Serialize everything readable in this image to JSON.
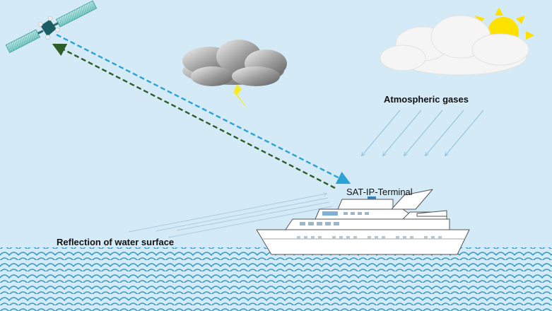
{
  "labels": {
    "atmospheric": "Atmospheric gases",
    "terminal": "SAT-IP-Terminal",
    "reflection": "Reflection of water surface"
  },
  "colors": {
    "sky": "#d4ebf7",
    "sea": "#2a9ac9",
    "uplink": "#2aa3d4",
    "downlink": "#2f5d2a",
    "sun": "#ffe100",
    "ship": "#ffffff"
  }
}
